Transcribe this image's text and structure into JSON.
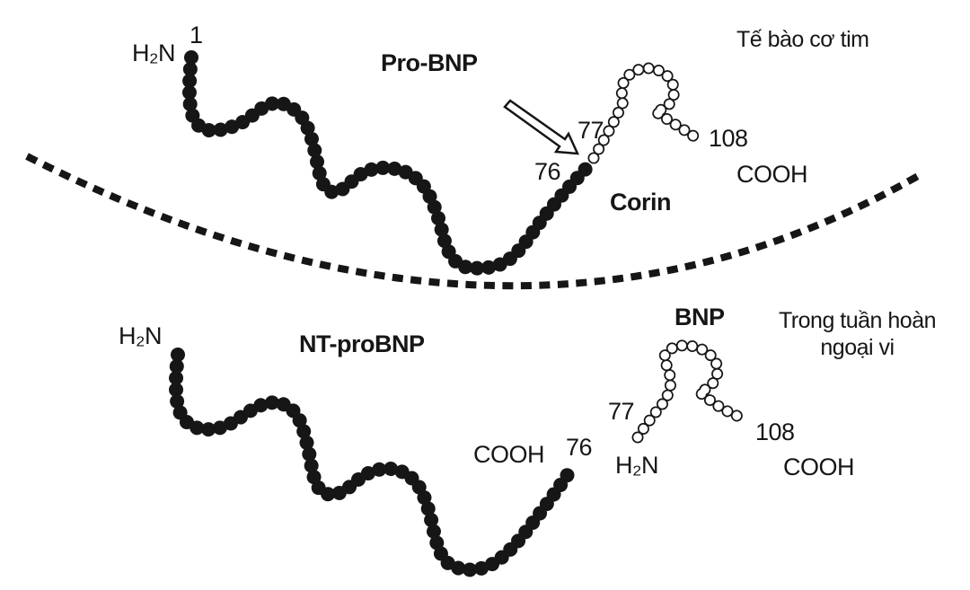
{
  "top": {
    "cell_location": "Tế bào cơ tim",
    "molecule": "Pro-BNP",
    "n_terminus": "H₂N",
    "residue_start": "1",
    "residue_76": "76",
    "residue_77": "77",
    "residue_108": "108",
    "c_terminus": "COOH",
    "enzyme": "Corin"
  },
  "bottom": {
    "location_line1": "Trong tuần hoàn",
    "location_line2": "ngoại vi",
    "nt_probnp_label": "NT-proBNP",
    "nt_n_terminus": "H₂N",
    "nt_c_terminus": "COOH",
    "nt_residue_76": "76",
    "bnp_label": "BNP",
    "bnp_n_terminus": "H₂N",
    "bnp_c_terminus": "COOH",
    "bnp_residue_77": "77",
    "bnp_residue_108": "108"
  },
  "colors": {
    "ink": "#161616",
    "background": "#ffffff"
  }
}
